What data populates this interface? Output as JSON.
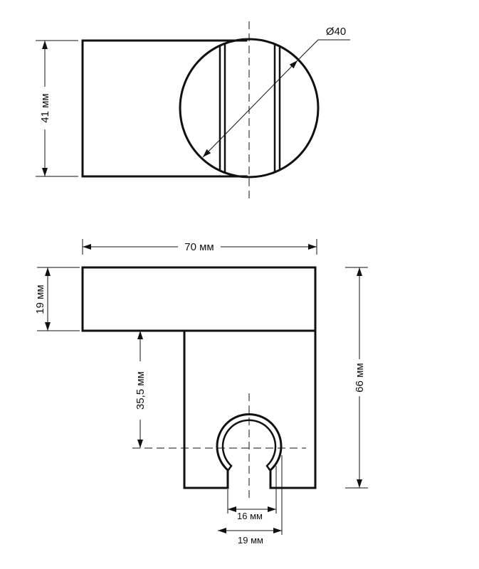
{
  "top_view": {
    "diameter_label": "Ø40",
    "height_label": "41 мм"
  },
  "front_view": {
    "width_label": "70 мм",
    "top_block_height_label": "19 мм",
    "hook_offset_label": "35,5 мм",
    "total_height_label": "66 мм",
    "slot_width_label": "16 мм",
    "hook_width_label": "19 мм"
  }
}
